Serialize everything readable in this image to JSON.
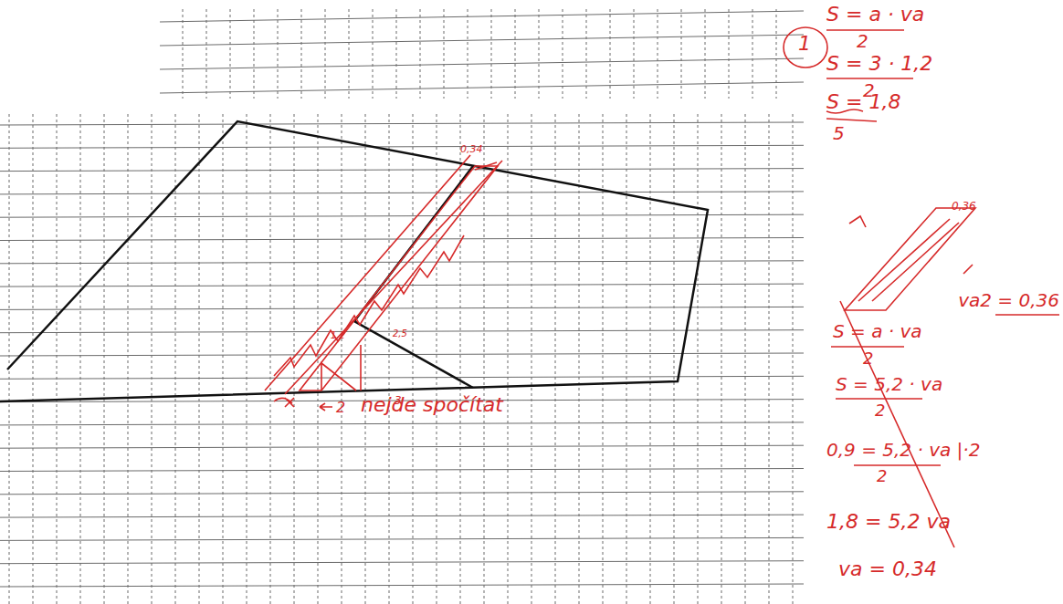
{
  "diagram": {
    "labels": [
      "1",
      "S = a · va",
      "2",
      "S = 3 · 1,2",
      "2",
      "S = 1,8",
      "5",
      "0,36",
      "va2 = 0,36",
      "S = a · va",
      "2",
      "S = 5,2 · va",
      "2",
      "0,9 = 5,2 · va |·2",
      "2",
      "1,8 = 5,2 va",
      "va = 0,34",
      "nejde spočítat",
      "2",
      "3",
      "2,5",
      "1,2",
      "0,34"
    ]
  }
}
